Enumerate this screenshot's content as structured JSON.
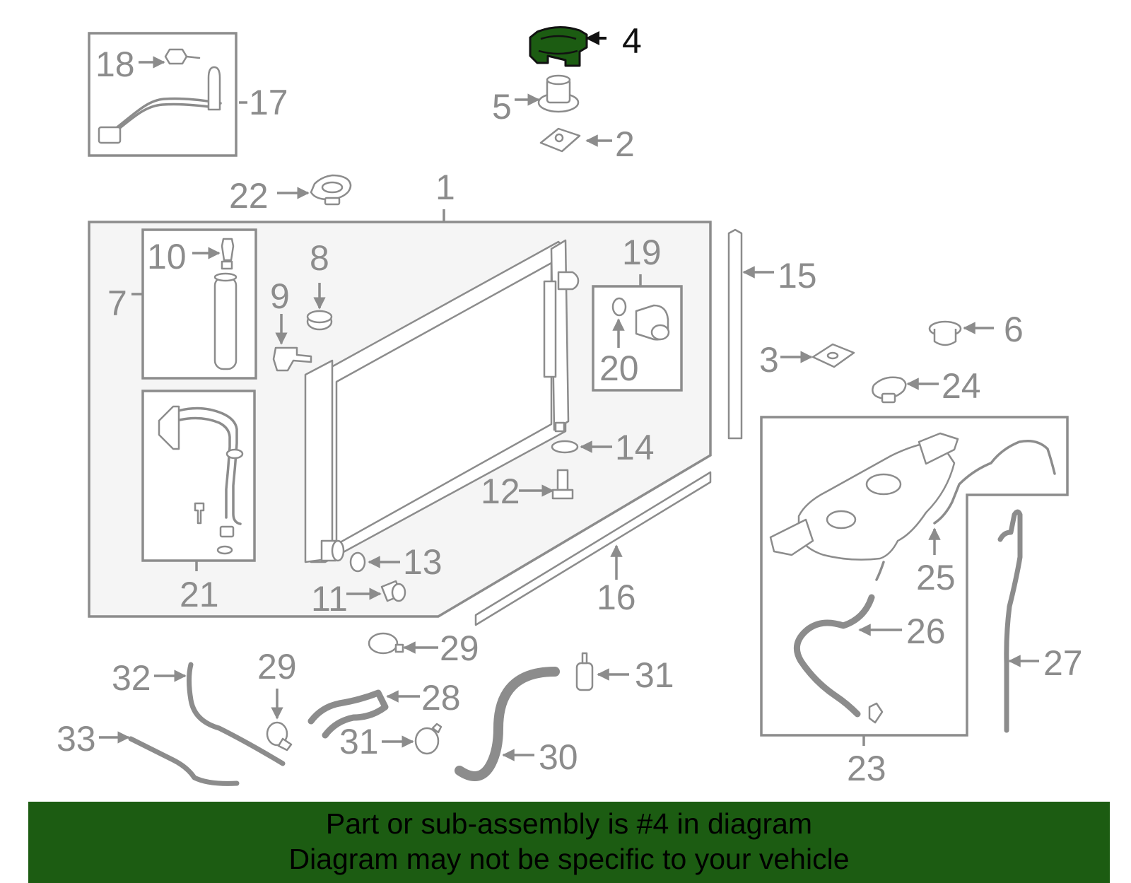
{
  "diagram": {
    "callouts": {
      "c1": "1",
      "c2": "2",
      "c3": "3",
      "c4": "4",
      "c5": "5",
      "c6": "6",
      "c7": "7",
      "c8": "8",
      "c9": "9",
      "c10": "10",
      "c11": "11",
      "c12": "12",
      "c13": "13",
      "c14": "14",
      "c15": "15",
      "c16": "16",
      "c17": "17",
      "c18": "18",
      "c19": "19",
      "c20": "20",
      "c21": "21",
      "c22": "22",
      "c23": "23",
      "c24": "24",
      "c25": "25",
      "c26": "26",
      "c27": "27",
      "c28": "28",
      "c29a": "29",
      "c29b": "29",
      "c30": "30",
      "c31a": "31",
      "c31b": "31",
      "c32": "32",
      "c33": "33"
    },
    "highlight_color": "#1c5c12",
    "line_color": "#8c8c8c"
  },
  "banner": {
    "line1": "Part or sub-assembly is #4 in diagram",
    "line2": "Diagram may not be specific to your vehicle"
  }
}
